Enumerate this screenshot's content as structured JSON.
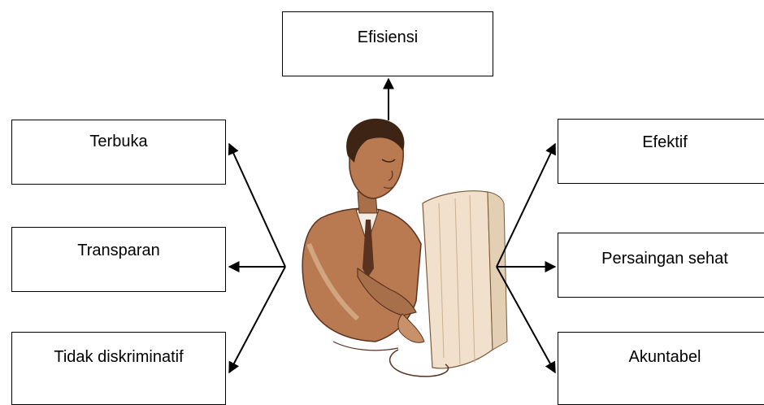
{
  "diagram": {
    "center_image": "man-at-computer-clipart",
    "top": {
      "label": "Efisiensi"
    },
    "left": [
      {
        "label": "Terbuka"
      },
      {
        "label": "Transparan"
      },
      {
        "label": "Tidak diskriminatif"
      }
    ],
    "right": [
      {
        "label": "Efektif"
      },
      {
        "label": "Persaingan sehat"
      },
      {
        "label": "Akuntabel"
      }
    ]
  }
}
